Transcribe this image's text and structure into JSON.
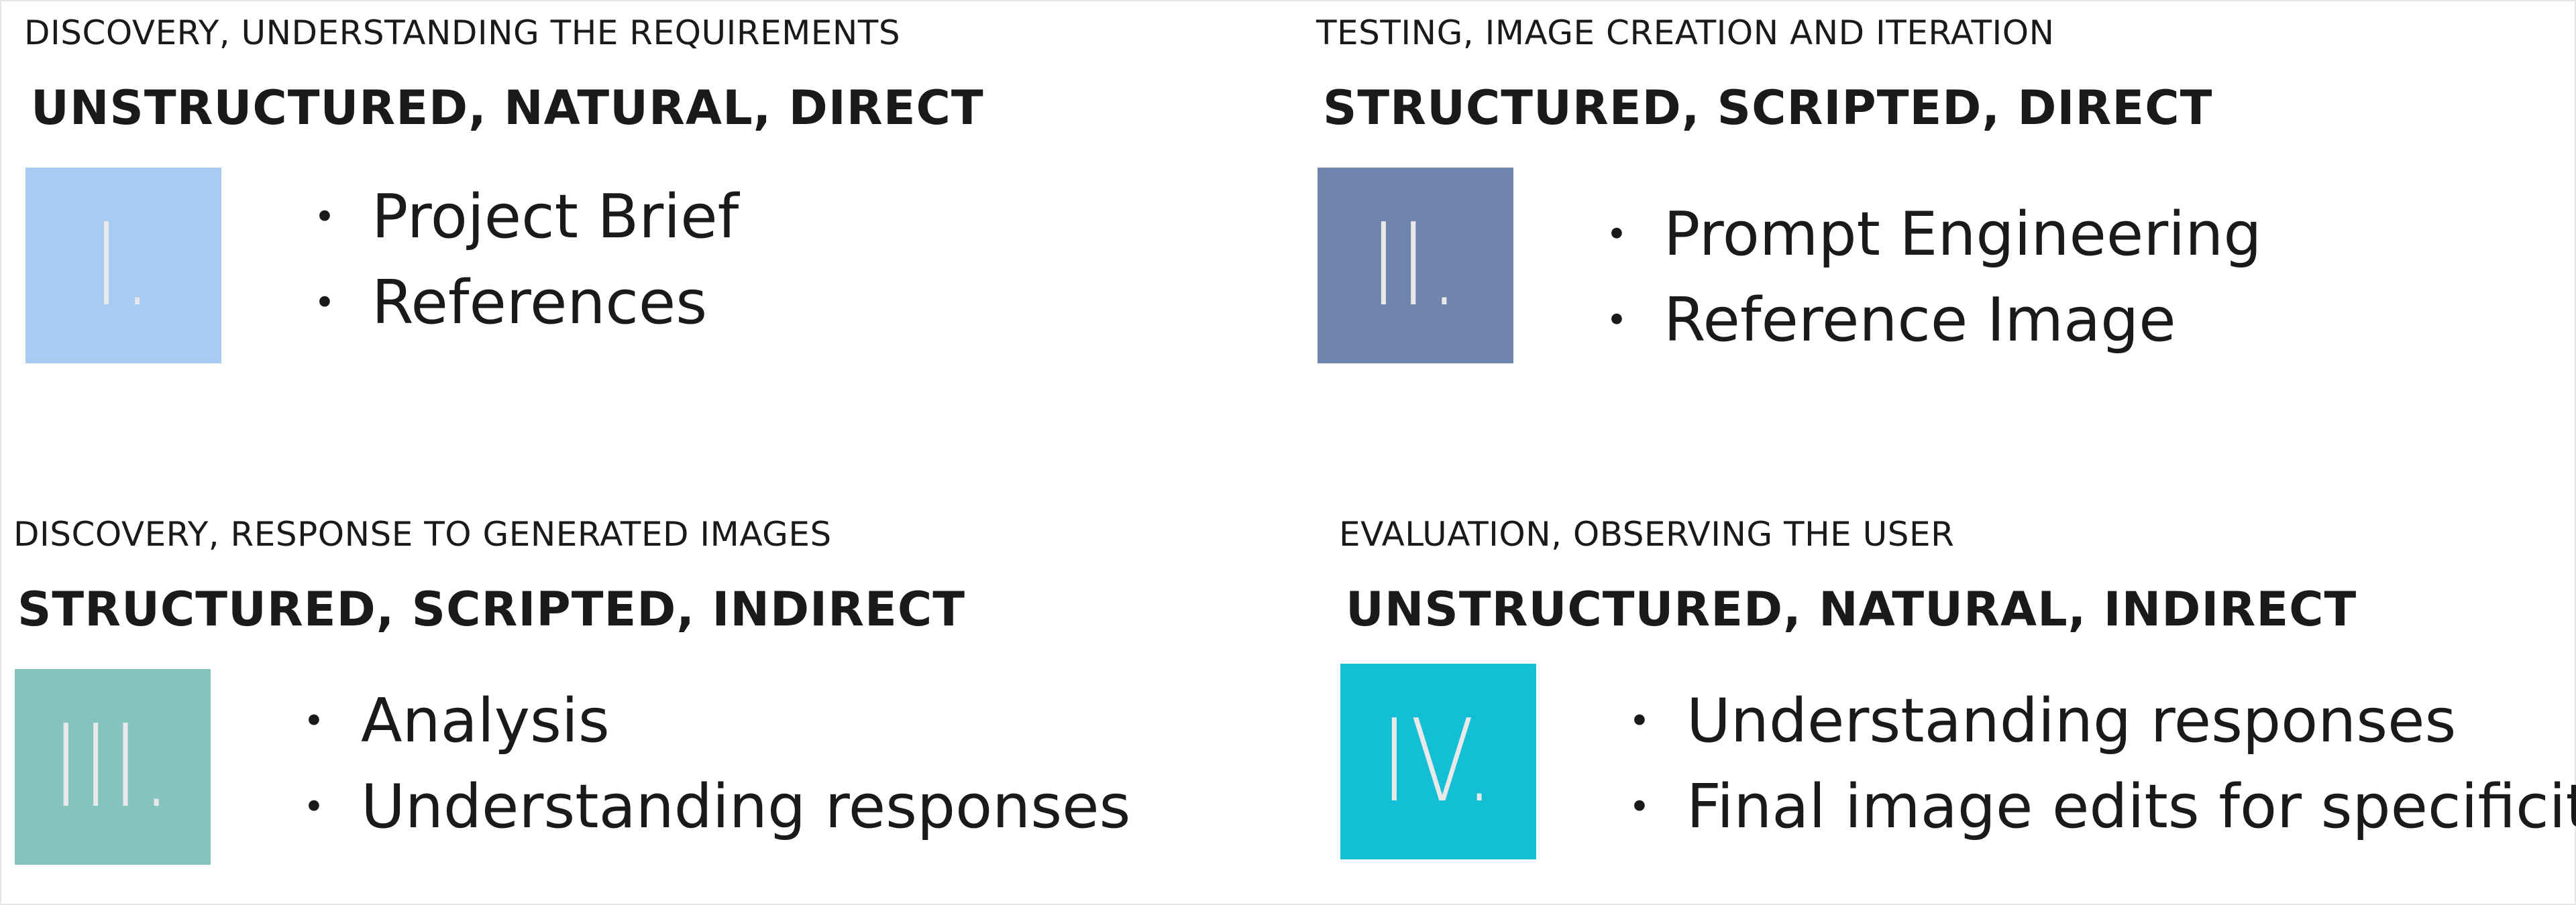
{
  "quadrants": [
    {
      "subtitle": "DISCOVERY, UNDERSTANDING THE REQUIREMENTS",
      "heading": "UNSTRUCTURED, NATURAL, DIRECT",
      "numeral": "I.",
      "color": "#a8cbf3",
      "items": [
        "Project Brief",
        "References"
      ]
    },
    {
      "subtitle": "TESTING, IMAGE CREATION AND ITERATION",
      "heading": "STRUCTURED, SCRIPTED, DIRECT",
      "numeral": "II.",
      "color": "#7085ac",
      "items": [
        "Prompt Engineering",
        "Reference Image"
      ]
    },
    {
      "subtitle": "DISCOVERY, RESPONSE TO GENERATED IMAGES",
      "heading": "STRUCTURED, SCRIPTED, INDIRECT",
      "numeral": "III.",
      "color": "#85c3bf",
      "items": [
        "Analysis",
        "Understanding responses"
      ]
    },
    {
      "subtitle": "EVALUATION, OBSERVING THE USER",
      "heading": "UNSTRUCTURED, NATURAL, INDIRECT",
      "numeral": "IV.",
      "color": "#13bfd4",
      "items": [
        "Understanding responses",
        "Final image edits for specificity"
      ]
    }
  ]
}
